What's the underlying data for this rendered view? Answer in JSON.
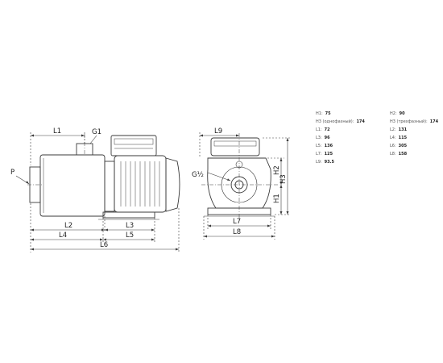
{
  "drawing": {
    "side_labels": {
      "L1": "L1",
      "G1": "G1",
      "P": "P",
      "L2": "L2",
      "L3": "L3",
      "L4": "L4",
      "L5": "L5",
      "L6": "L6"
    },
    "front_labels": {
      "L9": "L9",
      "G": "G½",
      "H1": "H1",
      "H2": "H2",
      "H3": "H3",
      "L7": "L7",
      "L8": "L8"
    }
  },
  "specs": {
    "left": [
      {
        "key": "H1:",
        "value": "75"
      },
      {
        "key": "H3 (однофазный):",
        "value": "174"
      },
      {
        "key": "L1:",
        "value": "72"
      },
      {
        "key": "L3:",
        "value": "96"
      },
      {
        "key": "L5:",
        "value": "136"
      },
      {
        "key": "L7:",
        "value": "125"
      },
      {
        "key": "L9:",
        "value": "93.5"
      }
    ],
    "right": [
      {
        "key": "H2:",
        "value": "90"
      },
      {
        "key": "H3 (трехфазный):",
        "value": "174"
      },
      {
        "key": "L2:",
        "value": "131"
      },
      {
        "key": "L4:",
        "value": "115"
      },
      {
        "key": "L6:",
        "value": "305"
      },
      {
        "key": "L8:",
        "value": "158"
      }
    ]
  }
}
